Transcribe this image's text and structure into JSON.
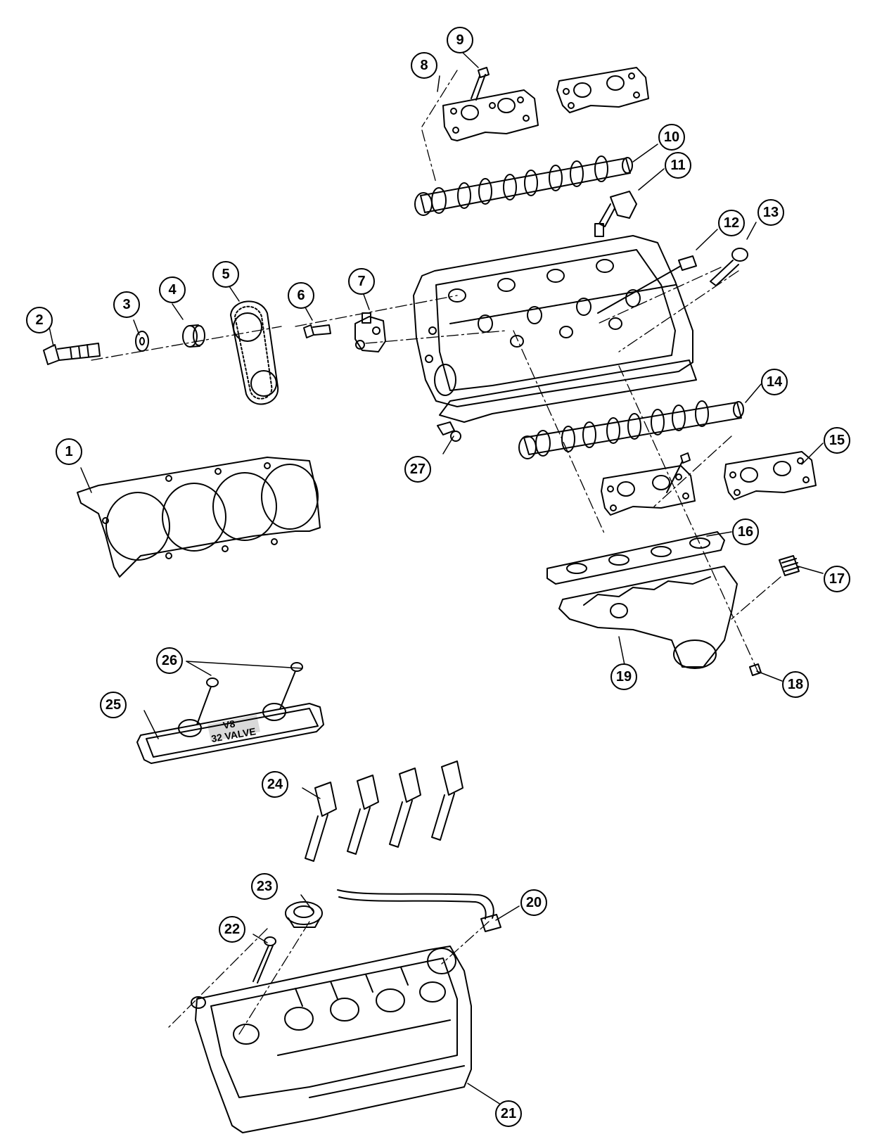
{
  "diagram": {
    "callouts": [
      "1",
      "2",
      "3",
      "4",
      "5",
      "6",
      "7",
      "8",
      "9",
      "10",
      "11",
      "12",
      "13",
      "14",
      "15",
      "16",
      "17",
      "18",
      "19",
      "20",
      "21",
      "22",
      "23",
      "24",
      "25",
      "26",
      "27"
    ],
    "stamp_lines": [
      "V8",
      "32 VALVE"
    ]
  }
}
